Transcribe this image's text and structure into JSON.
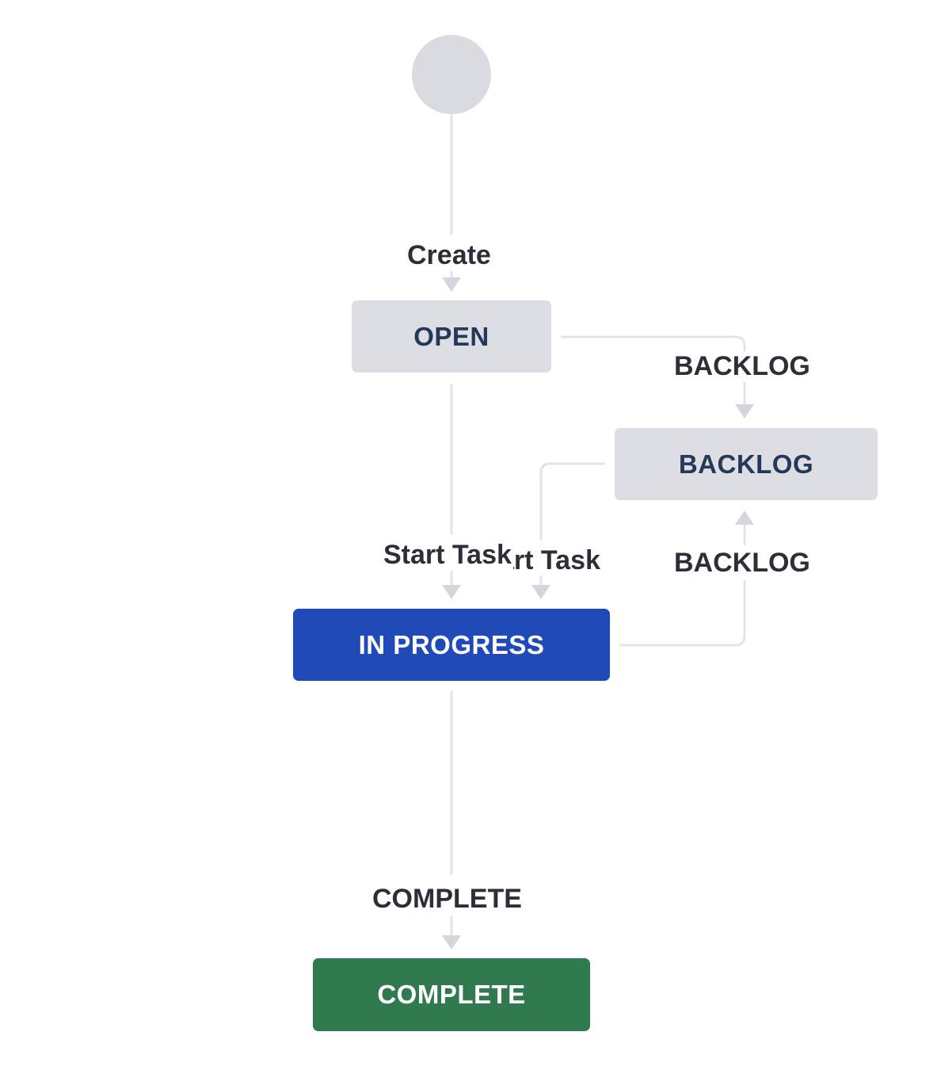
{
  "colors": {
    "edge": "#e3e4e8",
    "arrow": "#d4d6dd",
    "status_grey_bg": "#dddee3",
    "status_grey_text": "#253858",
    "in_progress_bg": "#1f4ab8",
    "complete_bg": "#317a50",
    "status_light_text": "#ffffff",
    "start_node": "#dadbe0"
  },
  "statuses": {
    "open": "OPEN",
    "backlog": "BACKLOG",
    "in_progress": "IN PROGRESS",
    "complete": "COMPLETE"
  },
  "transitions": {
    "create": "Create",
    "backlog_from_open": "BACKLOG",
    "start_task": "Start Task",
    "start_task_from_backlog": "Start Task",
    "backlog_from_in_progress": "BACKLOG",
    "complete": "COMPLETE"
  }
}
